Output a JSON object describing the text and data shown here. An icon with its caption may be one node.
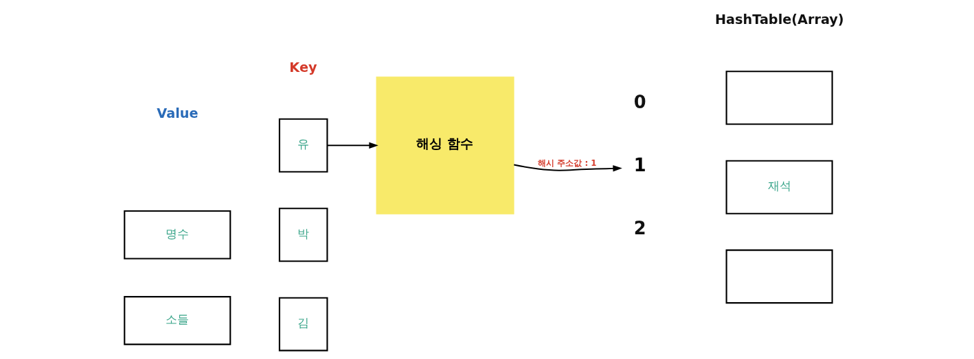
{
  "diagram": {
    "nodes": [
      {
        "text": [
          "유"
        ]
      },
      {
        "text": [],
        "shape": "box"
      },
      {
        "text": [
          "명수"
        ]
      },
      {
        "text": [
          "박"
        ]
      },
      {
        "text": [
          "해싱 함수"
        ]
      },
      {
        "text": [
          "1"
        ]
      },
      {
        "text": [
          "재석"
        ]
      },
      {
        "text": [
          "소들"
        ]
      },
      {
        "text": [
          "김"
        ]
      },
      {
        "text": [],
        "shape": "box"
      }
    ],
    "edges": [
      {
        "from": 0,
        "to": 4,
        "arrow": "to"
      },
      {
        "from": 4,
        "to": 5,
        "arrow": "to",
        "label": "해시 주소값 : 1"
      }
    ],
    "labels": [
      "Value",
      "Key",
      "HashTable(Array)",
      "0",
      "2"
    ]
  }
}
